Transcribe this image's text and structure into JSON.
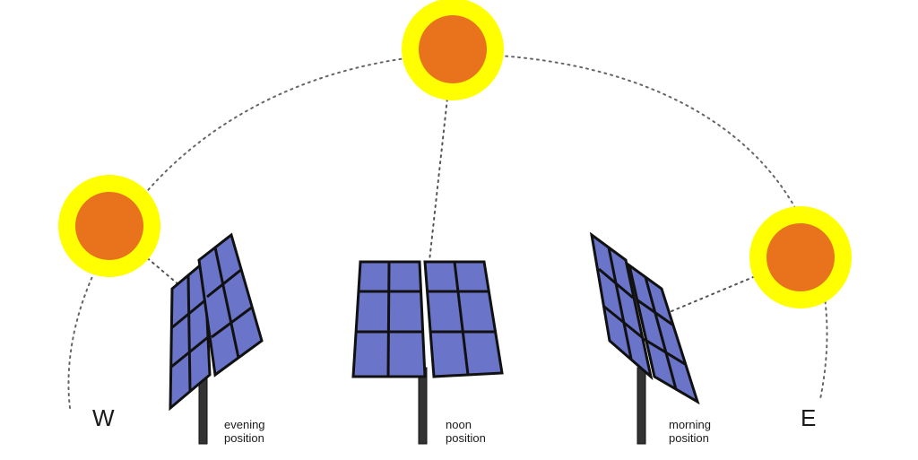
{
  "compass": {
    "west": "W",
    "east": "E"
  },
  "positions": [
    {
      "id": "evening",
      "line1": "evening",
      "line2": "position"
    },
    {
      "id": "noon",
      "line1": "noon",
      "line2": "position"
    },
    {
      "id": "morning",
      "line1": "morning",
      "line2": "position"
    }
  ],
  "colors": {
    "sun_glow": "#ffff00",
    "sun_core": "#e8731c",
    "panel": "#6a74c8",
    "panel_outline": "#111111",
    "pole": "#333333",
    "path": "#666666"
  }
}
